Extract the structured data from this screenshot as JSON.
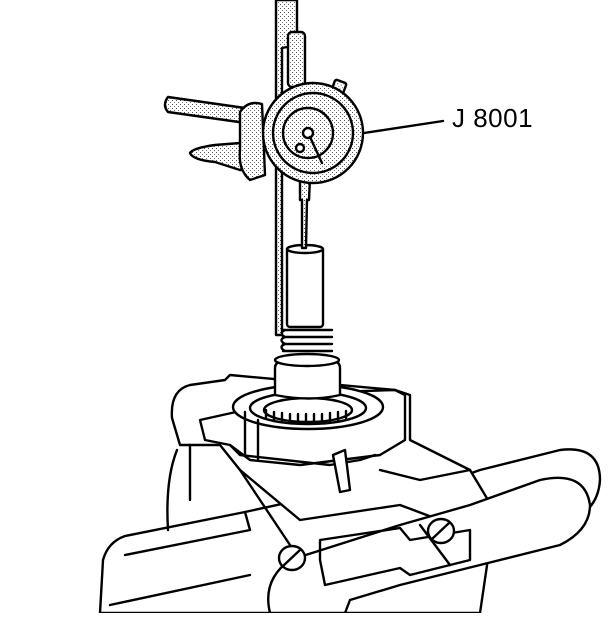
{
  "figure": {
    "type": "technical-illustration",
    "subject": "Dial indicator measuring shaft end play on transmission housing",
    "callouts": [
      {
        "label": "J 8001",
        "target": "dial-indicator"
      }
    ],
    "colors": {
      "line": "#000000",
      "background": "#ffffff",
      "shading": "#b0b0b0"
    }
  }
}
